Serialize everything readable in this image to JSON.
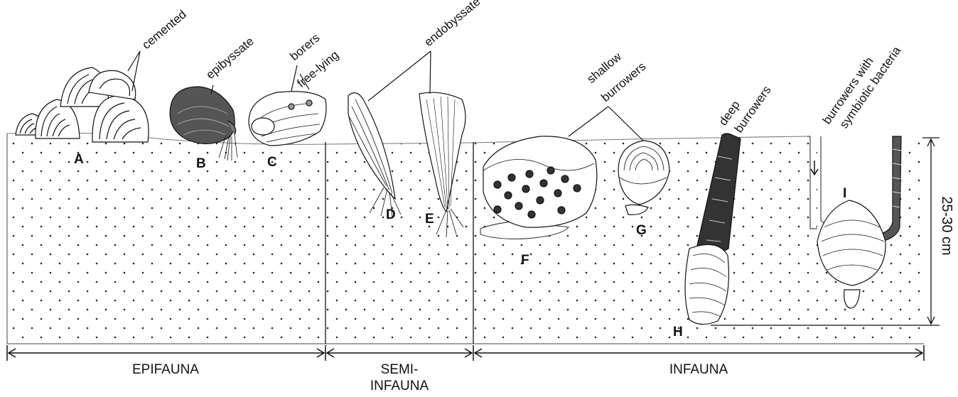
{
  "annotations": {
    "cemented": "cemented",
    "epibyssate": "epibyssate",
    "borers": "borers",
    "free_lying": "free-lying",
    "endobyssate": "endobyssate",
    "shallow_burrowers": [
      "shallow",
      "burrowers"
    ],
    "deep_burrowers": [
      "deep",
      "burrowers"
    ],
    "symbiotic_burrowers": [
      "burrowers with",
      "symbiotic bacteria"
    ],
    "depth": "25-30 cm"
  },
  "specimens": [
    "A",
    "B",
    "C",
    "D",
    "E",
    "F",
    "G",
    "H",
    "I"
  ],
  "zones": {
    "epifauna": "EPIFAUNA",
    "semi_infauna": [
      "SEMI-",
      "INFAUNA"
    ],
    "infauna": "INFAUNA"
  },
  "colors": {
    "ink": "#111111",
    "background": "#ffffff"
  }
}
